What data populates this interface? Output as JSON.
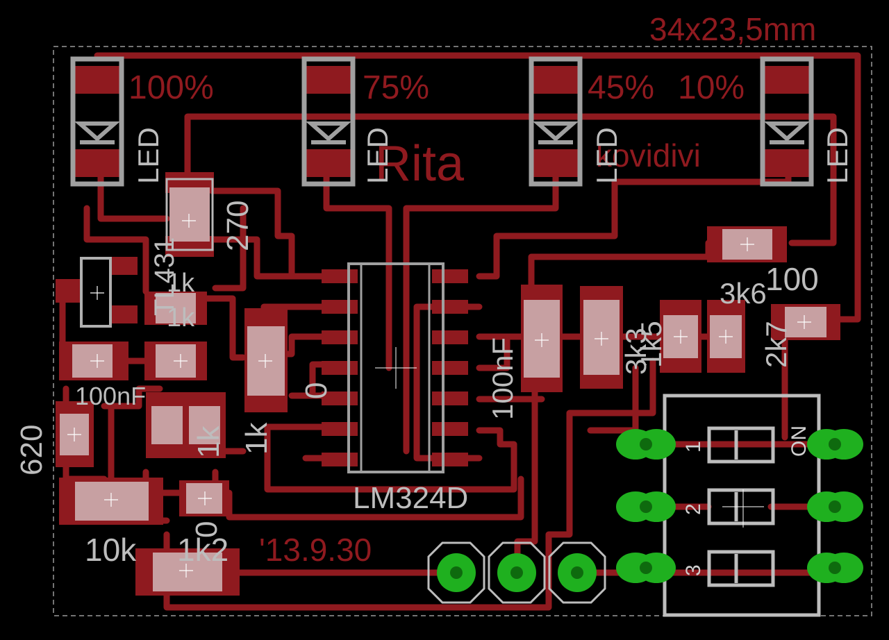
{
  "colors": {
    "background": "#000000",
    "copper": "#8f1a1f",
    "silkscreen": "#bdbdbd",
    "pad_green": "#1fb01f",
    "outline": "#9a9a9a"
  },
  "labels": {
    "board_size": "34x23,5mm",
    "title": "Rita",
    "subtitle": "kovidivi",
    "date": "'13.9.30",
    "pct_100": "100%",
    "pct_75": "75%",
    "pct_45": "45%",
    "pct_10": "10%"
  },
  "components": {
    "led": "LED",
    "ic": "LM324D",
    "tl431": "TL431",
    "r_270": "270",
    "r_1k_a": "1k",
    "r_1k_b": "1k",
    "r_1k_c": "1k",
    "r_1k_d": "1k",
    "r_0_a": "0",
    "r_0_b": "0",
    "c_100nf_a": "100nF",
    "c_100nf_b": "100nF",
    "r_620": "620",
    "r_10k": "10k",
    "r_1k2": "1k2",
    "r_3k6": "3k6",
    "r_100": "100",
    "r_2k7": "2k7",
    "r_3k3": "3k3",
    "r_1k5": "1k5"
  },
  "dip_switch": {
    "on_label": "ON",
    "positions": [
      "1",
      "2",
      "3"
    ]
  }
}
